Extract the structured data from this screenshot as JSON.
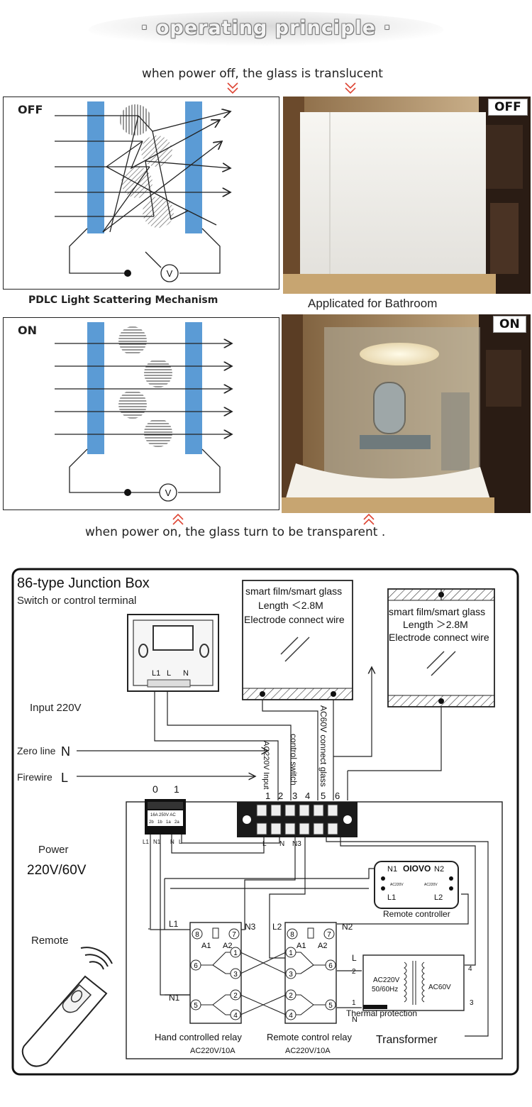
{
  "header": {
    "title": "· operating principle ·"
  },
  "captions": {
    "power_off": "when power off, the glass is translucent",
    "power_on": "when power on, the glass turn to be transparent ."
  },
  "off_panel": {
    "state_label": "OFF",
    "caption": "PDLC Light Scattering Mechanism",
    "meter_label": "V"
  },
  "on_panel": {
    "state_label": "ON",
    "meter_label": "V"
  },
  "photos": {
    "off": {
      "tag": "OFF",
      "caption": "Applicated for Bathroom"
    },
    "on": {
      "tag": "ON"
    }
  },
  "wiring": {
    "box_title": "86-type Junction Box",
    "box_subtitle": "Switch or control terminal",
    "input_label": "Input 220V",
    "zero_line": "Zero line",
    "zero_symbol": "N",
    "firewire": "Firewire",
    "firewire_symbol": "L",
    "switch_labels": {
      "off": "0",
      "on": "1",
      "rating": "16A 250V AC",
      "pins_top": [
        "2b",
        "1b",
        "1a",
        "2a"
      ],
      "pins_bottom": [
        "L1",
        "N1",
        "N",
        "L"
      ]
    },
    "junction_pins": [
      "L1",
      "L",
      "N"
    ],
    "film_short": {
      "line1": "smart film/smart glass",
      "line2": "Length ＜2.8M",
      "line3": "Electrode connect wire"
    },
    "film_long": {
      "line1": "smart film/smart glass",
      "line2": "Length ＞2.8M",
      "line3": "Electrode connect wire"
    },
    "vertical_labels": {
      "ac220": "AC220V Input",
      "control": "control switch",
      "ac60": "AC60V connect glass"
    },
    "terminal_numbers": [
      "1",
      "2",
      "3",
      "4",
      "5",
      "6"
    ],
    "terminal_bottom": [
      "L",
      "N",
      "N3"
    ],
    "power_label": "Power",
    "power_value": "220V/60V",
    "remote_label": "Remote",
    "remote_controller": {
      "brand": "OIOVO",
      "pins": [
        "N1",
        "N2",
        "L1",
        "L2"
      ],
      "caption": "Remote controller",
      "spec_left": "AC220V",
      "spec_right": "AC220V"
    },
    "hand_relay": {
      "name": "Hand controlled relay",
      "rating": "AC220V/10A",
      "top": [
        "8",
        "7"
      ],
      "coil": [
        "A1",
        "A2"
      ],
      "pins": [
        "1",
        "6",
        "3",
        "2",
        "5",
        "4"
      ]
    },
    "remote_relay": {
      "name": "Remote control relay",
      "rating": "AC220V/10A",
      "top": [
        "8",
        "7"
      ],
      "coil": [
        "A1",
        "A2"
      ],
      "pins": [
        "1",
        "3",
        "6",
        "2",
        "4",
        "5"
      ]
    },
    "relay_tags": {
      "l1": "L1",
      "n1": "N1",
      "n3": "N3",
      "l2": "L2",
      "n2": "N2"
    },
    "transformer": {
      "name": "Transformer",
      "primary": "AC220V\n50/60Hz",
      "primary_l1": "AC220V",
      "primary_l2": "50/60Hz",
      "secondary": "AC60V",
      "protection": "Thermal protection",
      "pins": [
        "2",
        "1",
        "4",
        "3"
      ],
      "left_tags": [
        "L",
        "N"
      ]
    }
  },
  "colors": {
    "glass_blue": "#5b9bd5",
    "line": "#222222",
    "photo_warm": "#c9a777"
  }
}
